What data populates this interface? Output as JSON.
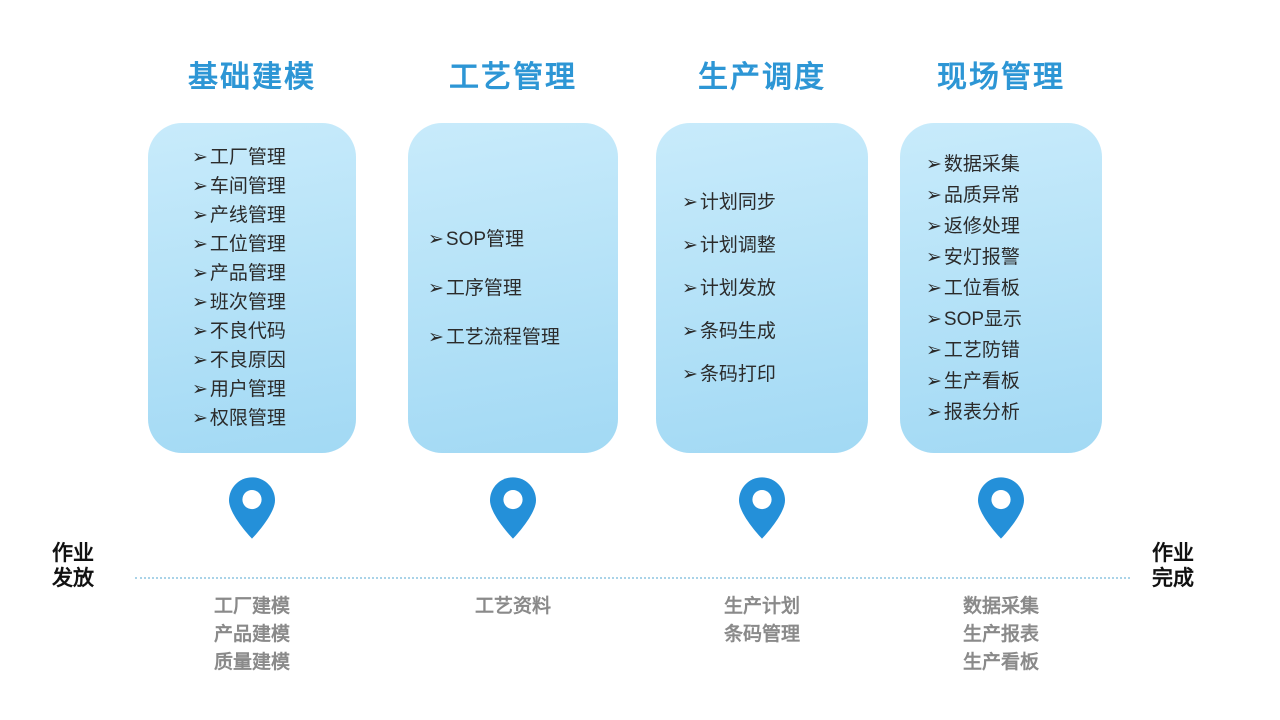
{
  "bullet": "➢",
  "colors": {
    "accent": "#2d96d5",
    "box_top": "#c8ebfb",
    "box_bottom": "#a2d9f4",
    "pin": "#2490d9",
    "footer_text": "#8a8a8a"
  },
  "left_label": {
    "line1": "作业",
    "line2": "发放"
  },
  "right_label": {
    "line1": "作业",
    "line2": "完成"
  },
  "columns": [
    {
      "title": "基础建模",
      "items": [
        "工厂管理",
        "车间管理",
        "产线管理",
        "工位管理",
        "产品管理",
        "班次管理",
        "不良代码",
        "不良原因",
        "用户管理",
        "权限管理"
      ],
      "footer": [
        "工厂建模",
        "产品建模",
        "质量建模"
      ]
    },
    {
      "title": "工艺管理",
      "items": [
        "SOP管理",
        "工序管理",
        "工艺流程管理"
      ],
      "footer": [
        "工艺资料"
      ]
    },
    {
      "title": "生产调度",
      "items": [
        "计划同步",
        "计划调整",
        "计划发放",
        "条码生成",
        "条码打印"
      ],
      "footer": [
        "生产计划",
        "条码管理"
      ]
    },
    {
      "title": "现场管理",
      "items": [
        "数据采集",
        "品质异常",
        "返修处理",
        "安灯报警",
        "工位看板",
        "SOP显示",
        "工艺防错",
        "生产看板",
        "报表分析"
      ],
      "footer": [
        "数据采集",
        "生产报表",
        "生产看板"
      ]
    }
  ]
}
